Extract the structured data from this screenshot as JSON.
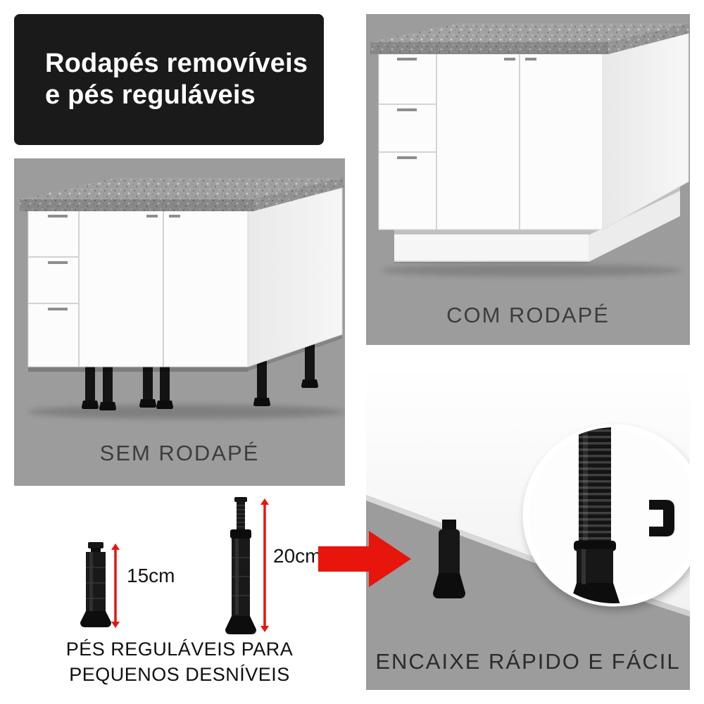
{
  "badge": {
    "line1": "Rodapés removíveis",
    "line2": "e pés reguláveis"
  },
  "sections": {
    "com_rodape": {
      "caption": "COM RODAPÉ"
    },
    "sem_rodape": {
      "caption": "SEM RODAPÉ"
    },
    "encaixe": {
      "caption": "ENCAIXE RÁPIDO E FÁCIL"
    },
    "pes_regulaveis": {
      "measurement_small": "15cm",
      "measurement_large": "20cm",
      "caption_line1": "PÉS REGULÁVEIS PARA",
      "caption_line2": "PEQUENOS DESNÍVEIS"
    }
  },
  "icons": {
    "arrow_right": "➜"
  },
  "colors": {
    "panel_gray": "#9c9c9c",
    "badge_black": "#1a1a1a",
    "accent_red": "#e8150d",
    "caption_gray": "#3d3d3d",
    "foot_black": "#161616",
    "countertop_gray": "#a0a0a0"
  }
}
